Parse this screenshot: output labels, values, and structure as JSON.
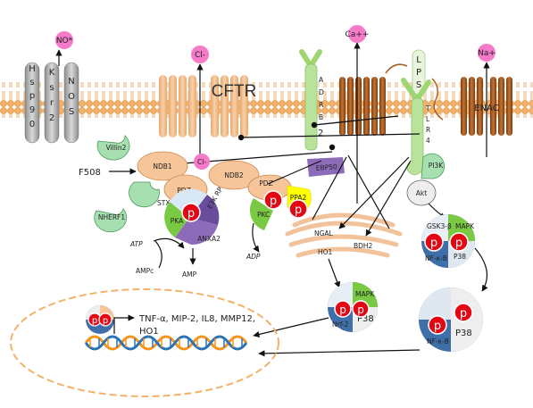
{
  "ions": {
    "no": "NO*",
    "cl_out": "Cl-",
    "ca": "Ca++",
    "na": "Na+",
    "cl_in": "Cl-"
  },
  "membrane_proteins": {
    "hsp90": [
      "H",
      "s",
      "p",
      "9",
      "0"
    ],
    "ks2": [
      "K",
      "s",
      "r",
      "2"
    ],
    "nos": [
      "N",
      "O",
      "S"
    ],
    "cftr": "CFTR",
    "adrb2": [
      "A",
      "D",
      "R",
      "B",
      "2"
    ],
    "lps": [
      "L",
      "P",
      "S"
    ],
    "tlr4": [
      "T",
      "L",
      "R",
      "4"
    ],
    "enac": "ENAC"
  },
  "cytoplasm_proteins": {
    "villin2": "Villin2",
    "f508": "F508",
    "ndb1": "NDB1",
    "ndb2": "NDB2",
    "pdz1": "PDZ",
    "pdz2": "PDZ",
    "stx1a": "STX1A",
    "nherf1": "NHERF1",
    "pka": "PKA",
    "e3kinase": "E3K RP",
    "anxa2": "ANXA2",
    "pkc": "PKC",
    "ppa2": "PPA2",
    "ebp50": "EBP50",
    "pi3k": "PI3K",
    "akt": "Akt",
    "ngal": "NGAL",
    "ho1": "HO1",
    "bdh2": "BDH2"
  },
  "metabolites": {
    "atp1": "ATP",
    "ampc": "AMPc",
    "amp": "AMP",
    "adp": "ADP"
  },
  "complexes": {
    "c1_gsk": "GSK3-β",
    "c1_mapk": "MAPK",
    "c1_nfkb": "NF-κ-B",
    "c1_p38": "P38",
    "c2_mapk": "MAPK",
    "c2_nrf2": "Nrf-2",
    "c2_p38": "P38",
    "c3_nfkb": "NF-κ-B",
    "c3_p38": "P38"
  },
  "phospho_label": "p",
  "nucleus": {
    "genes_line1": "TNF-α, MIP-2, IL8, MMP12,",
    "genes_line2": "HO1"
  },
  "colors": {
    "membrane": "#f2b26a",
    "cftr": "#f0c08d",
    "channel_brown": "#a65a1c",
    "receptor_green": "#b9e39a",
    "pink_ion": "#f57ac8",
    "phospho_red": "#e30613",
    "pka_green": "#7ac943",
    "kinase_purple": "#6a4c9c",
    "ppa2_yellow": "#ffff00",
    "complex_blue": "#3f6fa8",
    "dna_orange": "#f7941d",
    "dna_blue": "#2e75b6"
  }
}
